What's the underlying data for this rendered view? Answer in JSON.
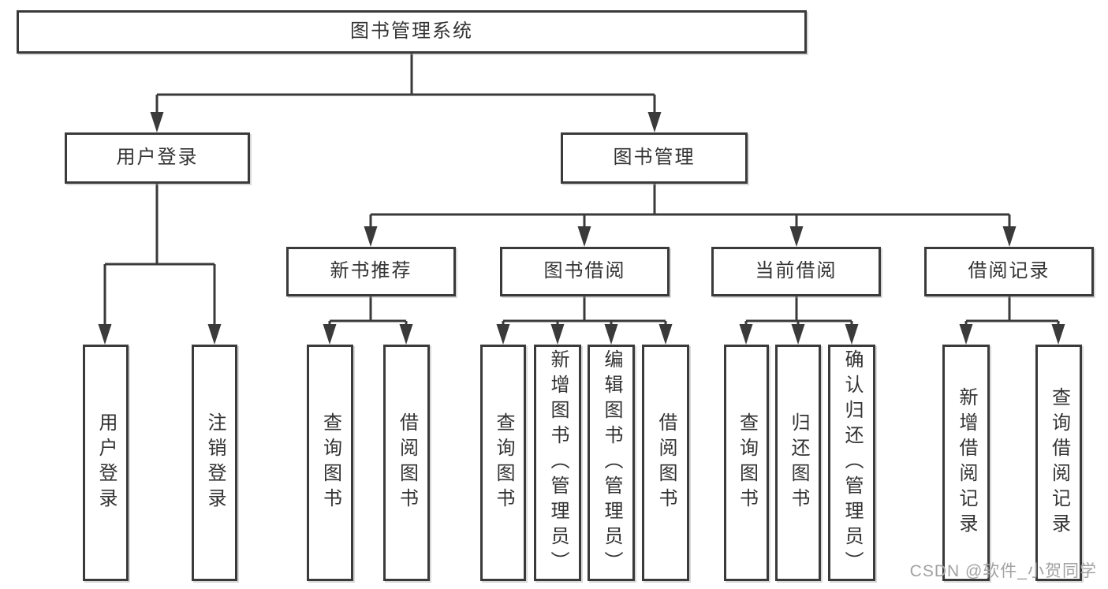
{
  "diagram": {
    "root": {
      "label": "图书管理系统"
    },
    "level2": [
      {
        "label": "用户登录"
      },
      {
        "label": "图书管理"
      }
    ],
    "level3": [
      {
        "label": "新书推荐",
        "parent": "图书管理"
      },
      {
        "label": "图书借阅",
        "parent": "图书管理"
      },
      {
        "label": "当前借阅",
        "parent": "图书管理"
      },
      {
        "label": "借阅记录",
        "parent": "图书管理"
      }
    ],
    "leaves": [
      {
        "label": "用户登录",
        "parent": "用户登录"
      },
      {
        "label": "注销登录",
        "parent": "用户登录"
      },
      {
        "label": "查询图书",
        "parent": "新书推荐"
      },
      {
        "label": "借阅图书",
        "parent": "新书推荐"
      },
      {
        "label": "查询图书",
        "parent": "图书借阅"
      },
      {
        "label": "新增图书（管理员）",
        "parent": "图书借阅"
      },
      {
        "label": "编辑图书（管理员）",
        "parent": "图书借阅"
      },
      {
        "label": "借阅图书",
        "parent": "图书借阅"
      },
      {
        "label": "查询图书",
        "parent": "当前借阅"
      },
      {
        "label": "归还图书",
        "parent": "当前借阅"
      },
      {
        "label": "确认归还（管理员）",
        "parent": "当前借阅"
      },
      {
        "label": "新增借阅记录",
        "parent": "借阅记录"
      },
      {
        "label": "查询借阅记录",
        "parent": "借阅记录"
      }
    ]
  },
  "watermark": {
    "text": "CSDN @软件_小贺同学"
  },
  "colors": {
    "line": "#3a3a3a",
    "text": "#333333",
    "box_fill": "#ffffff",
    "watermark": "#a2a2a2"
  }
}
